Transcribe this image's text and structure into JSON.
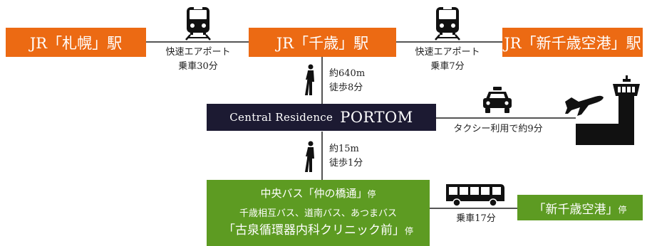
{
  "stations": {
    "sapporo": "JR「札幌」駅",
    "chitose": "JR「千歳」駅",
    "airport": "JR「新千歳空港」駅"
  },
  "rail_sapporo": {
    "line1": "快速エアポート",
    "line2": "乗車30分"
  },
  "rail_airport": {
    "line1": "快速エアポート",
    "line2": "乗車7分"
  },
  "walk_station": {
    "line1": "約640m",
    "line2": "徒歩8分"
  },
  "residence": {
    "prefix": "Central Residence",
    "name": "PORTOM"
  },
  "taxi": {
    "label": "タクシー利用で約9分"
  },
  "walk_bus": {
    "line1": "約15m",
    "line2": "徒歩1分"
  },
  "bus_stop": {
    "line1_main": "中央バス「仲の橋通」",
    "line1_suffix": "停",
    "line2": "千歳相互バス、道南バス、あつまバス",
    "line3_main": "「古泉循環器内科クリニック前」",
    "line3_suffix": "停"
  },
  "bus_ride": {
    "label": "乗車17分"
  },
  "airport_stop": {
    "main": "「新千歳空港」",
    "suffix": "停"
  },
  "icons": [
    "train-icon",
    "walking-person-icon",
    "taxi-icon",
    "airport-icon",
    "bus-icon"
  ],
  "colors": {
    "station": "#ec6a13",
    "bus": "#5d9b22",
    "residence": "#1c1a32",
    "line": "#555555"
  }
}
